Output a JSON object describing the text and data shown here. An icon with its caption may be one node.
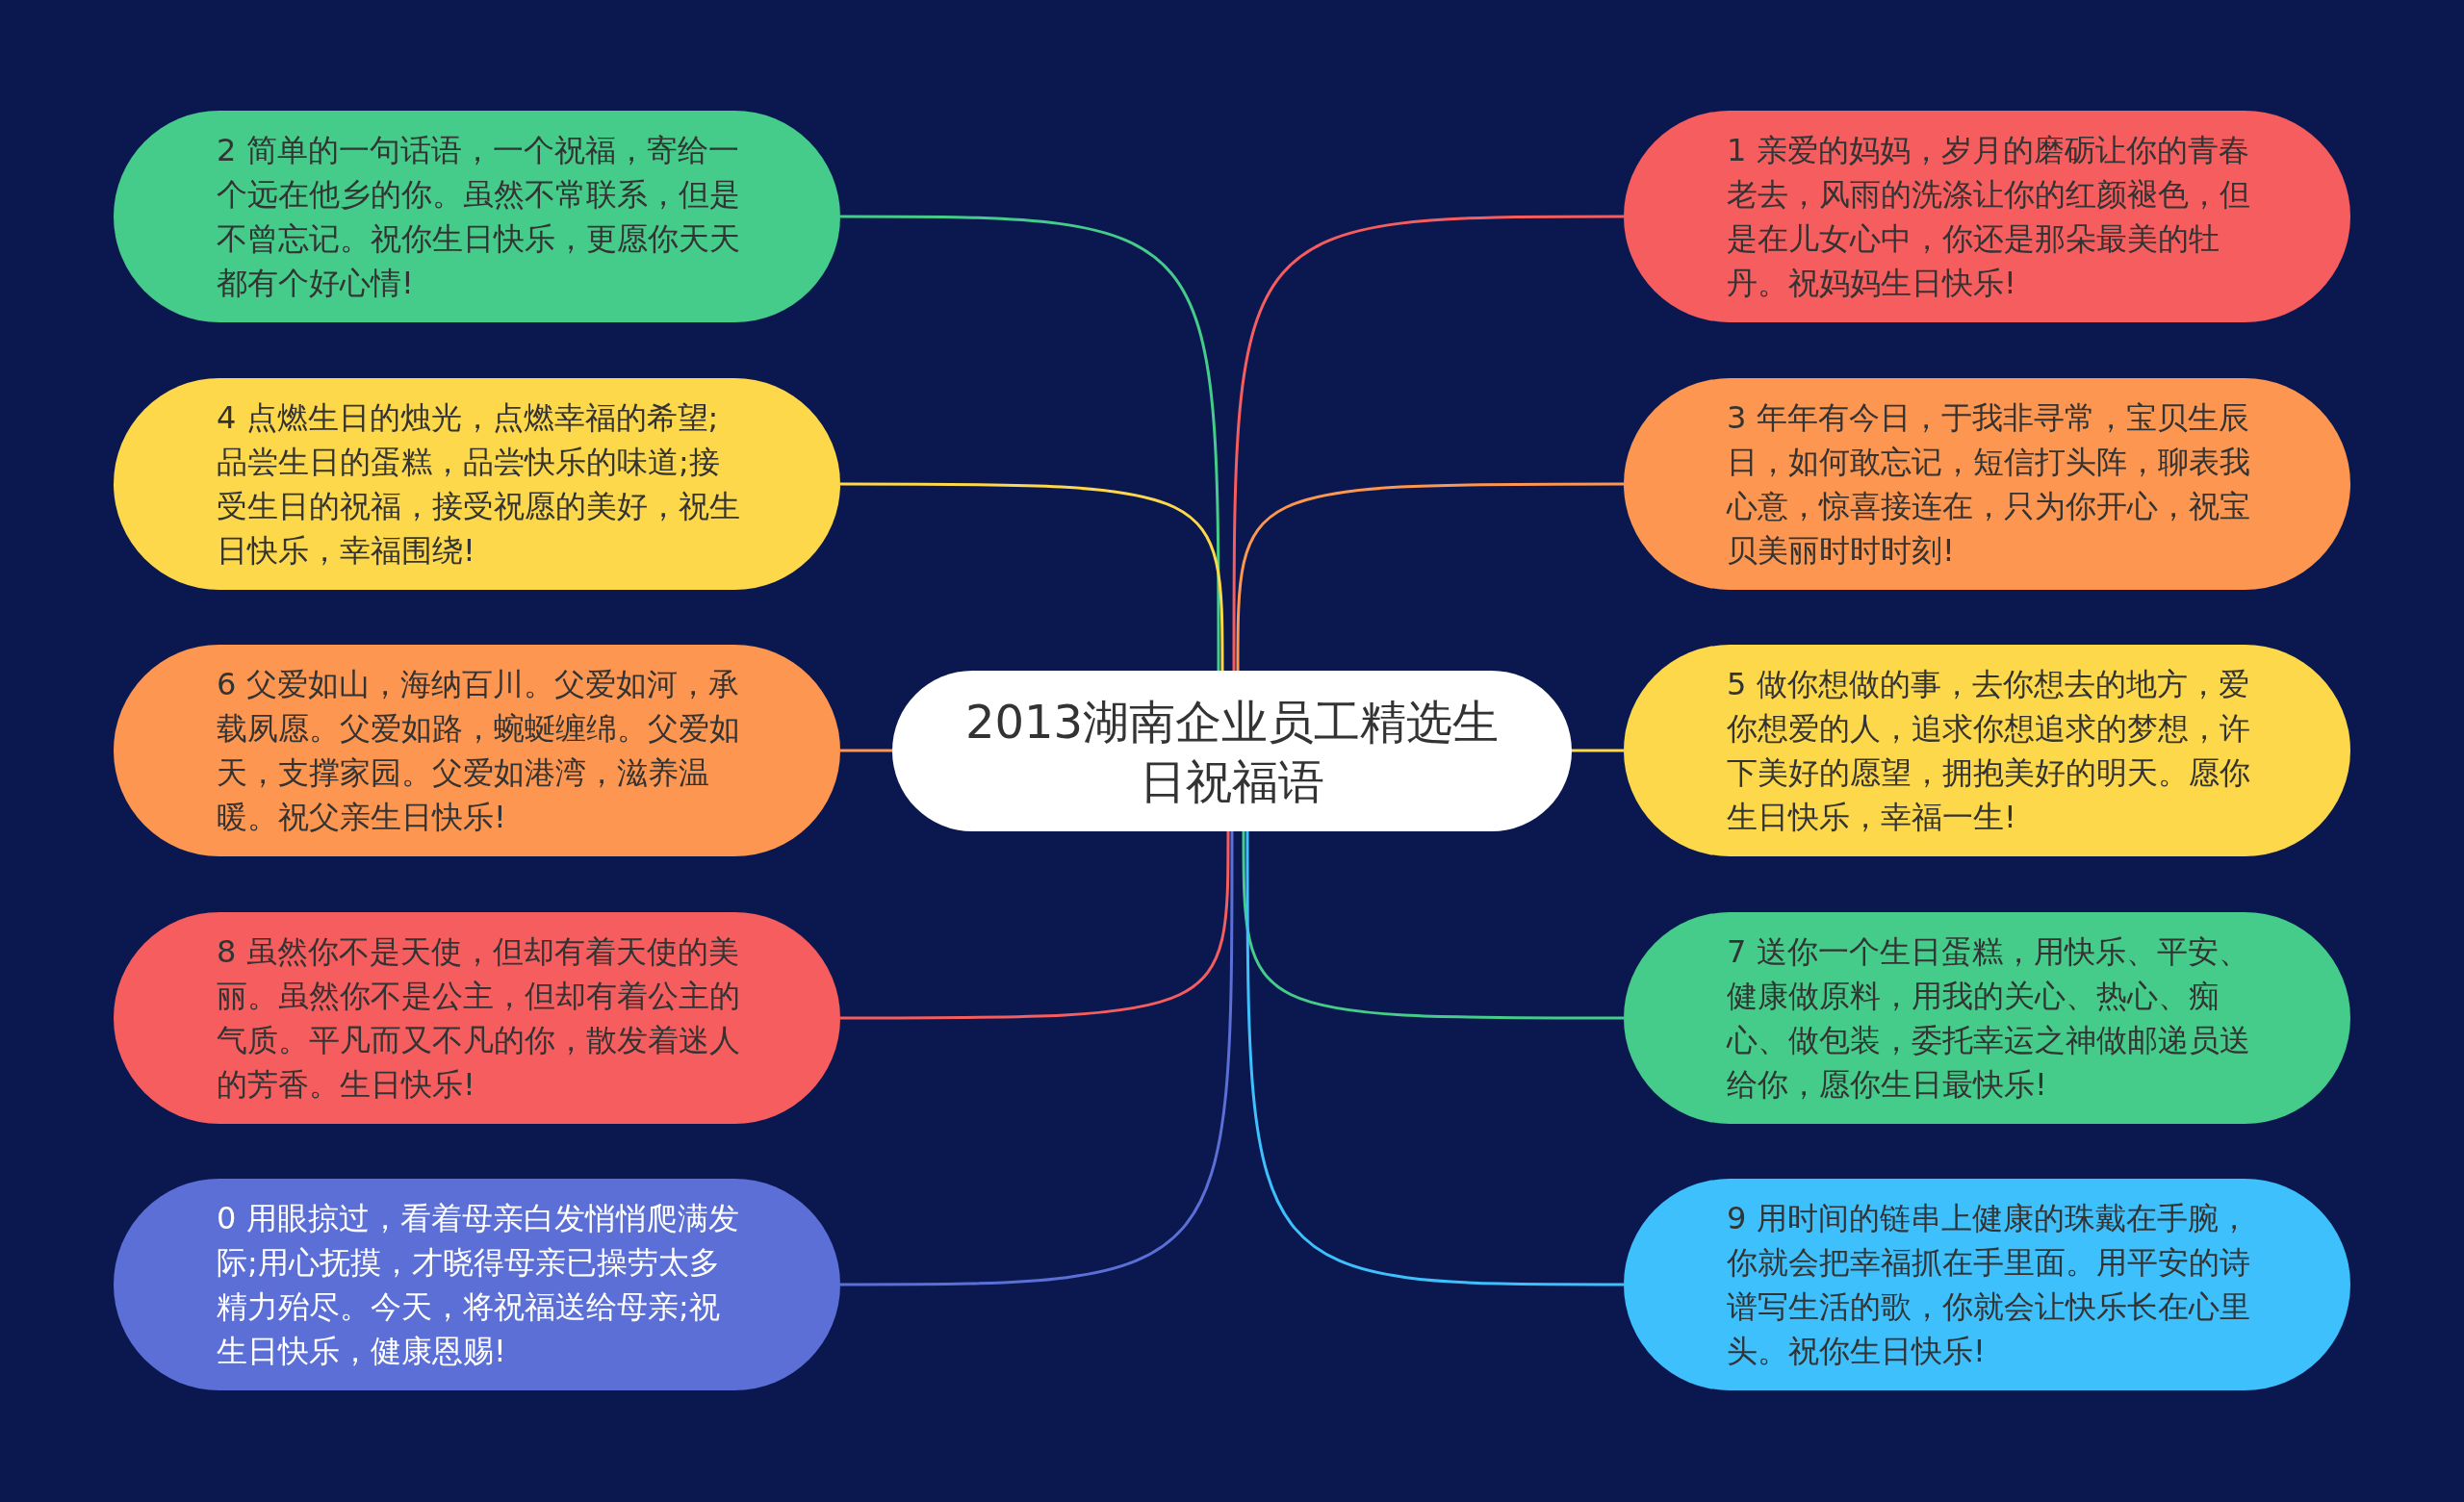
{
  "diagram": {
    "nodes": [
      {
        "text": [
          "2013湖南企业员工精选生日祝福语"
        ]
      },
      {
        "text": [
          "2 简单的一句话语，一个祝福，寄给一个远在他乡的你。虽然不常联系，但是不曾忘记。祝你生日快乐，更愿你天天都有个好心情!"
        ]
      },
      {
        "text": [
          "1 亲爱的妈妈，岁月的磨砺让你的青春老去，风雨的洗涤让你的红颜褪色，但是在儿女心中，你还是那朵最美的牡丹。祝妈妈生日快乐!"
        ]
      },
      {
        "text": [
          "4 点燃生日的烛光，点燃幸福的希望;品尝生日的蛋糕，品尝快乐的味道;接受生日的祝福，接受祝愿的美好，祝生日快乐，幸福围绕!"
        ]
      },
      {
        "text": [
          "3 年年有今日，于我非寻常，宝贝生辰日，如何敢忘记，短信打头阵，聊表我心意，惊喜接连在，只为你开心，祝宝贝美丽时时时刻!"
        ]
      },
      {
        "text": [
          "6 父爱如山，海纳百川。父爱如河，承载夙愿。父爱如路，蜿蜒缠绵。父爱如天，支撑家园。父爱如港湾，滋养温暖。祝父亲生日快乐!"
        ]
      },
      {
        "text": [
          "5 做你想做的事，去你想去的地方，爱你想爱的人，追求你想追求的梦想，许下美好的愿望，拥抱美好的明天。愿你生日快乐，幸福一生!"
        ]
      },
      {
        "text": [
          "8 虽然你不是天使，但却有着天使的美丽。虽然你不是公主，但却有着公主的气质。平凡而又不凡的你，散发着迷人的芳香。生日快乐!"
        ]
      },
      {
        "text": [
          "7 送你一个生日蛋糕，用快乐、平安、健康做原料，用我的关心、热心、痴心、做包装，委托幸运之神做邮递员送给你，愿你生日最快乐!"
        ]
      },
      {
        "text": [
          "0 用眼掠过，看着母亲白发悄悄爬满发际;用心抚摸，才晓得母亲已操劳太多精力殆尽。今天，将祝福送给母亲;祝生日快乐，健康恩赐!"
        ]
      },
      {
        "text": [
          "9 用时间的链串上健康的珠戴在手腕，你就会把幸福抓在手里面。用平安的诗谱写生活的歌，你就会让快乐长在心里头。祝你生日快乐!"
        ]
      }
    ],
    "edges": [
      {
        "from": 0,
        "to": 1,
        "arrow": "none",
        "color": "#45cc8a"
      },
      {
        "from": 0,
        "to": 2,
        "arrow": "none",
        "color": "#f65d5e"
      },
      {
        "from": 0,
        "to": 3,
        "arrow": "none",
        "color": "#fdd84a"
      },
      {
        "from": 0,
        "to": 4,
        "arrow": "none",
        "color": "#fc9650"
      },
      {
        "from": 0,
        "to": 5,
        "arrow": "none",
        "color": "#fc9650"
      },
      {
        "from": 0,
        "to": 6,
        "arrow": "none",
        "color": "#fdd84a"
      },
      {
        "from": 0,
        "to": 7,
        "arrow": "none",
        "color": "#f65d5e"
      },
      {
        "from": 0,
        "to": 8,
        "arrow": "none",
        "color": "#45cc8a"
      },
      {
        "from": 0,
        "to": 9,
        "arrow": "none",
        "color": "#5b6fd6"
      },
      {
        "from": 0,
        "to": 10,
        "arrow": "none",
        "color": "#3ec0fd"
      }
    ]
  }
}
